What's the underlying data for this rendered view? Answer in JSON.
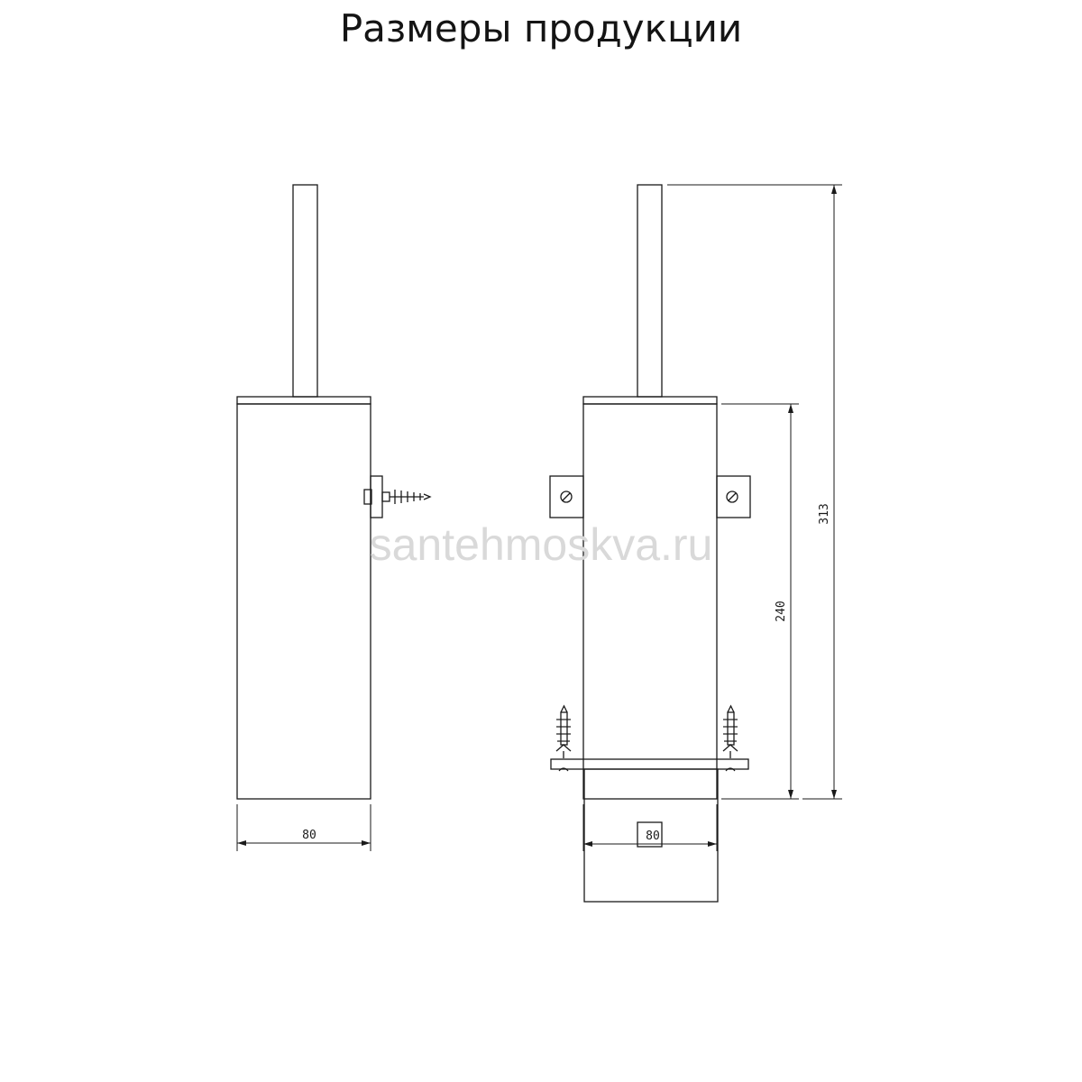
{
  "page": {
    "title": "Размеры продукции",
    "watermark": "santehmoskva.ru"
  },
  "dimensions": {
    "side_width": "80",
    "front_width": "80",
    "body_height": "240",
    "total_height": "313"
  },
  "colors": {
    "line": "#1a1a1a",
    "watermark": "#d9d9d9",
    "background": "#ffffff"
  }
}
